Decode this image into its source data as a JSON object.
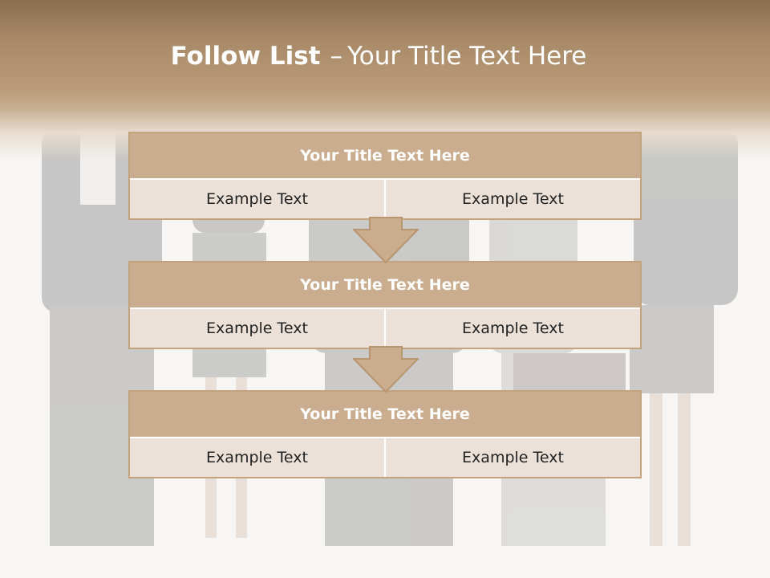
{
  "title": {
    "bold": "Follow List",
    "separator": "–",
    "rest": "Your Title Text Here"
  },
  "blocks": [
    {
      "heading": "Your Title Text Here",
      "left": "Example Text",
      "right": "Example Text"
    },
    {
      "heading": "Your Title Text Here",
      "left": "Example Text",
      "right": "Example Text"
    },
    {
      "heading": "Your Title Text Here",
      "left": "Example Text",
      "right": "Example Text"
    }
  ],
  "colors": {
    "header_band": "#a88a68",
    "block_heading": "#c9ad8e",
    "block_cell": "#ebe1d8",
    "border": "#c3a27e"
  },
  "icons": [
    "down-arrow-icon",
    "down-arrow-icon"
  ]
}
